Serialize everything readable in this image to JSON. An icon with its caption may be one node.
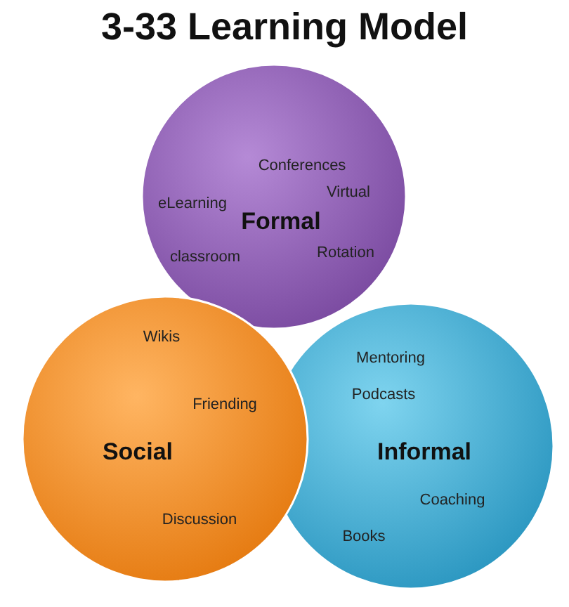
{
  "diagram": {
    "title": "3-33 Learning Model",
    "nodes": [
      {
        "text": [
          "Conferences",
          "Virtual",
          "eLearning",
          "Formal",
          "Rotation",
          "classroom"
        ]
      },
      {
        "text": [
          "Mentoring",
          "Podcasts",
          "Informal",
          "Coaching",
          "Books"
        ]
      },
      {
        "text": [
          "Wikis",
          "Friending",
          "Social",
          "Discussion"
        ]
      }
    ],
    "edges": []
  }
}
